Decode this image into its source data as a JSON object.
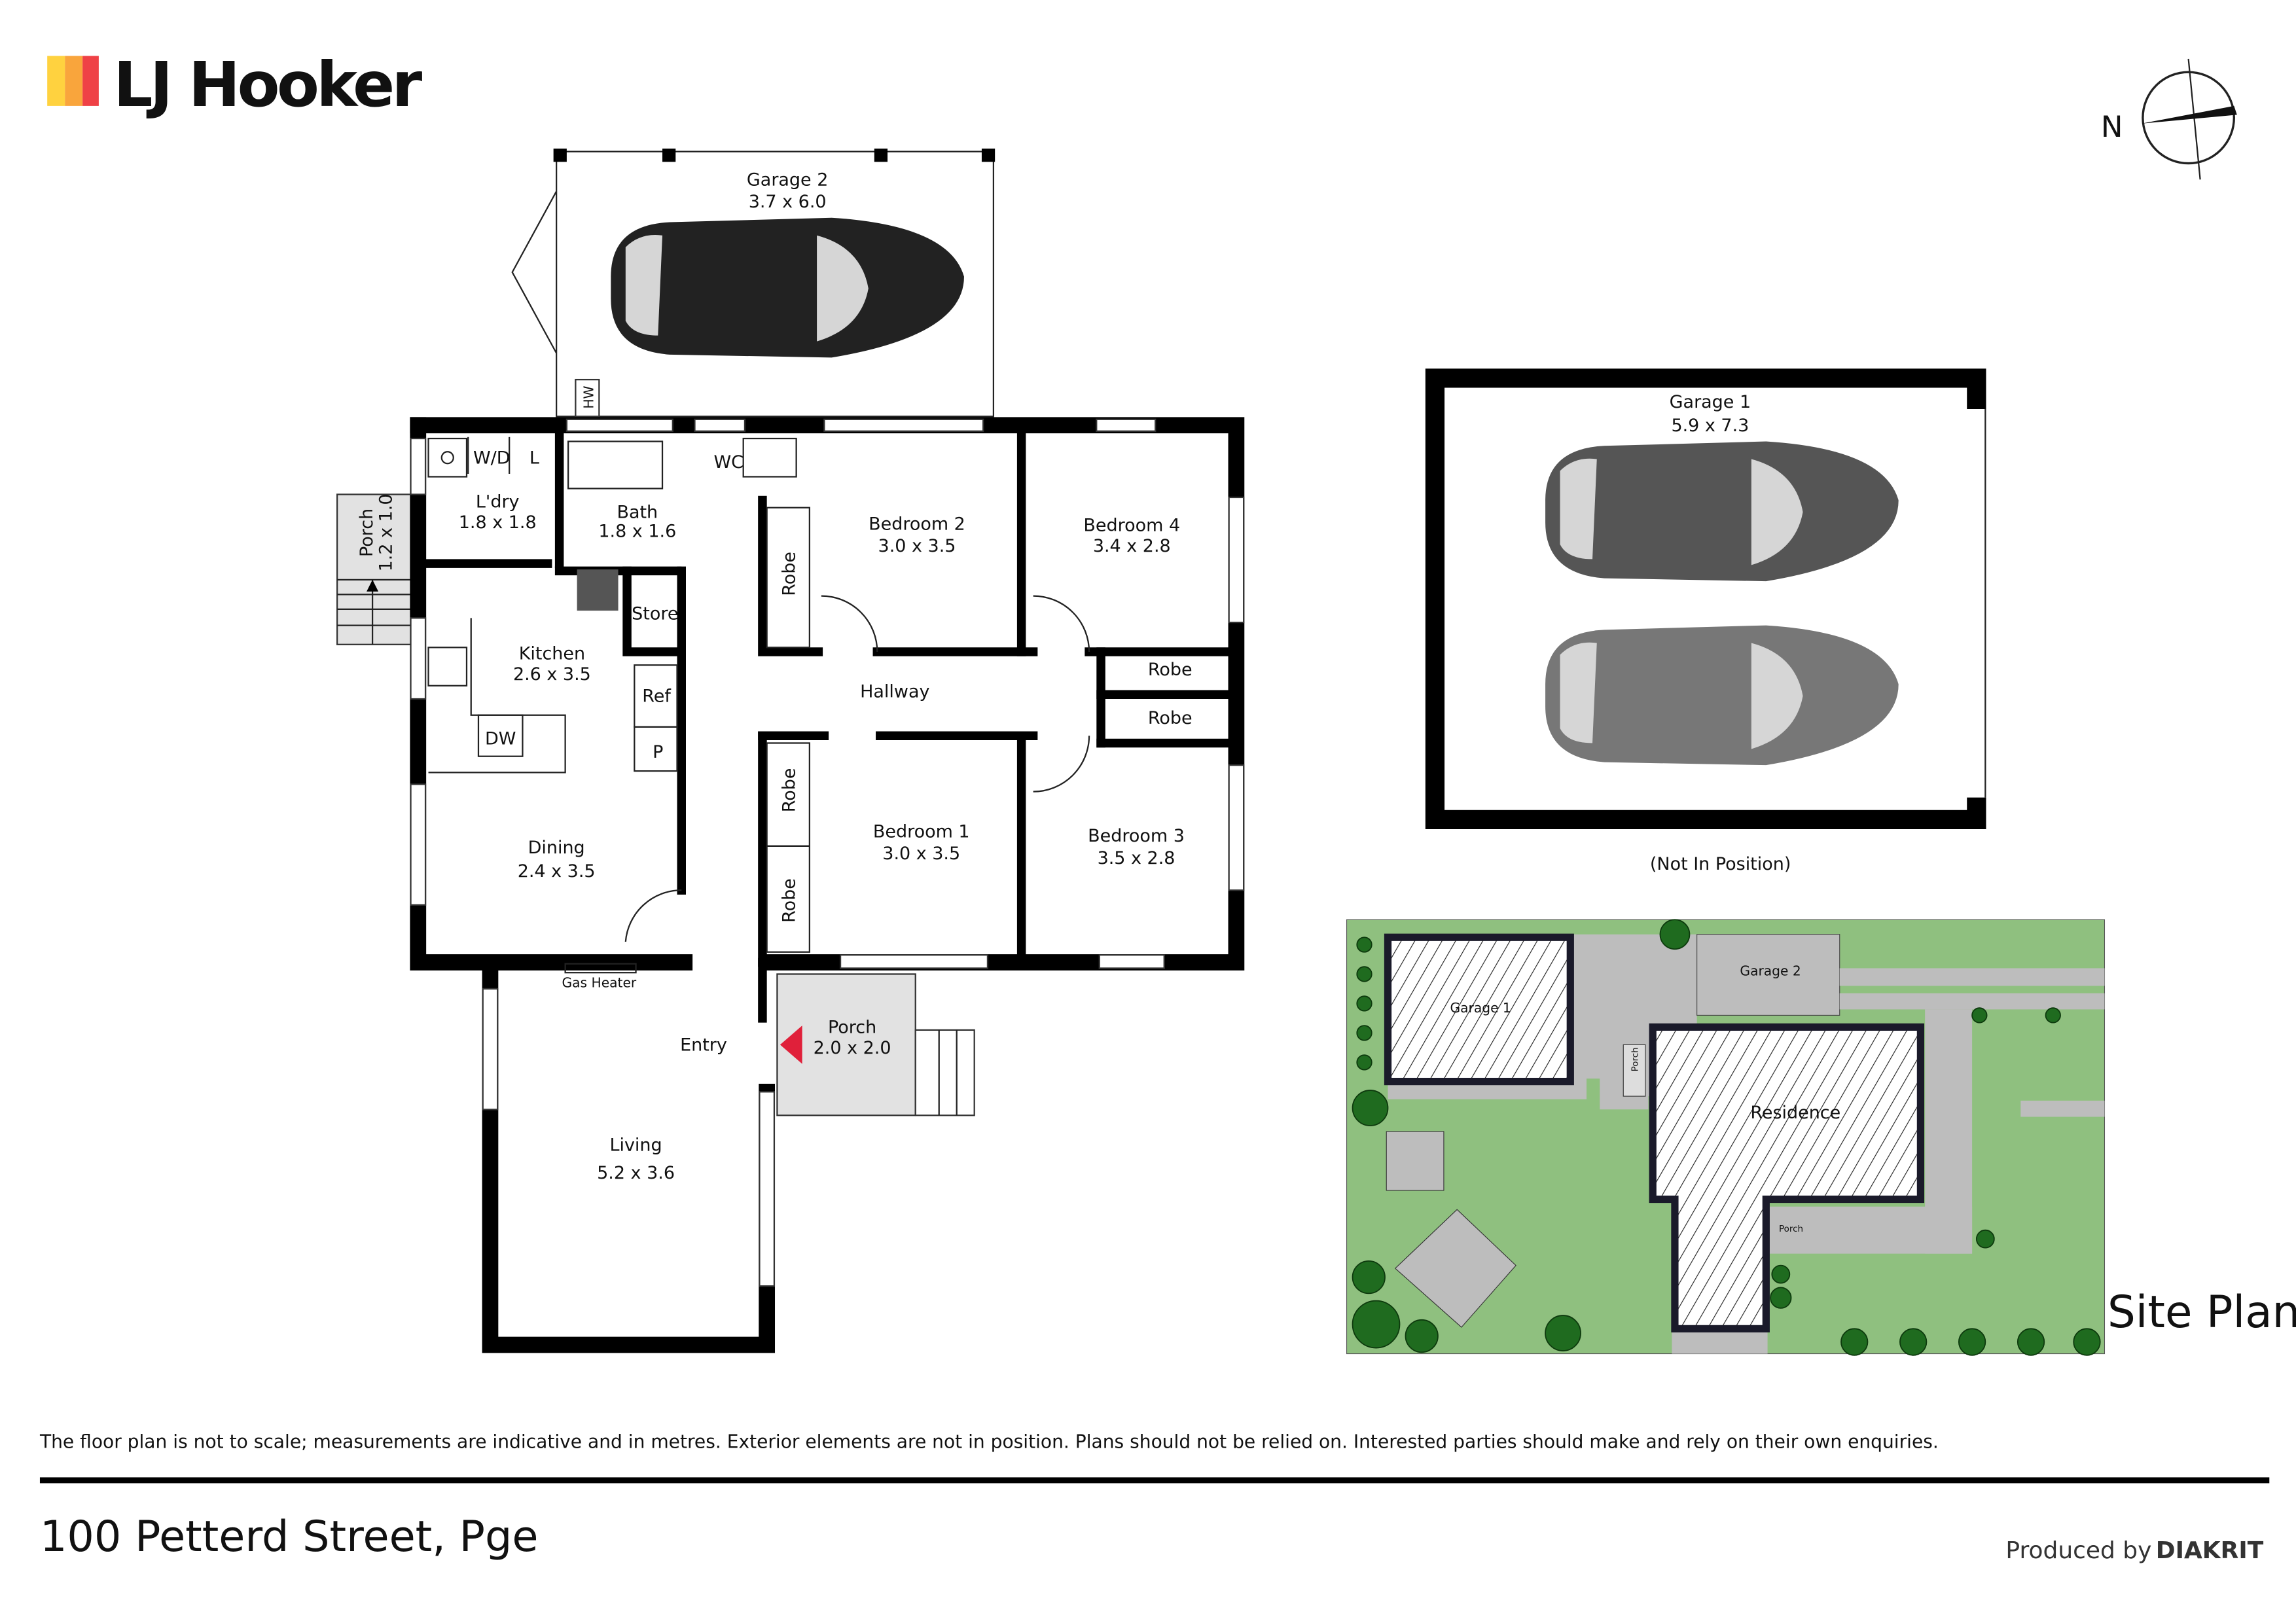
{
  "brand": {
    "name": "LJ Hooker",
    "colors": [
      "#FFD23F",
      "#F9A53C",
      "#EF4146"
    ]
  },
  "compass": {
    "label": "N"
  },
  "floor_plan": {
    "rooms": [
      {
        "name": "Garage 2",
        "size": "3.7 x 6.0"
      },
      {
        "name": "L'dry",
        "size": "1.8 x 1.8"
      },
      {
        "name": "Bath",
        "size": "1.8 x 1.6"
      },
      {
        "name": "Porch",
        "size": "1.2 x 1.0"
      },
      {
        "name": "Kitchen",
        "size": "2.6 x 3.5"
      },
      {
        "name": "Bedroom 2",
        "size": "3.0 x 3.5"
      },
      {
        "name": "Bedroom 4",
        "size": "3.4 x 2.8"
      },
      {
        "name": "Bedroom 1",
        "size": "3.0 x 3.5"
      },
      {
        "name": "Bedroom 3",
        "size": "3.5 x 2.8"
      },
      {
        "name": "Dining",
        "size": "2.4 x 3.5"
      },
      {
        "name": "Porch",
        "size": "2.0 x 2.0"
      },
      {
        "name": "Living",
        "size": "5.2 x 3.6"
      }
    ],
    "fixtures": {
      "hw": "HW",
      "wd": "W/D",
      "l": "L",
      "wc": "WC",
      "store": "Store",
      "ref": "Ref",
      "p": "P",
      "dw": "DW",
      "robe": "Robe",
      "hallway": "Hallway",
      "gas_heater": "Gas Heater",
      "entry": "Entry"
    }
  },
  "garage1": {
    "name": "Garage 1",
    "size": "5.9 x 7.3",
    "note": "(Not In Position)"
  },
  "site_plan": {
    "title": "Site Plan",
    "labels": {
      "garage1": "Garage 1",
      "garage2": "Garage 2",
      "residence": "Residence",
      "porch": "Porch"
    }
  },
  "footer": {
    "disclaimer": "The floor plan is not to scale; measurements are indicative and in metres. Exterior elements are not in position. Plans should not be relied on. Interested parties should make and rely on their own enquiries.",
    "address": "100 Petterd Street, Pge",
    "produced_by": "Produced by",
    "producer": "DIAKRIT"
  }
}
